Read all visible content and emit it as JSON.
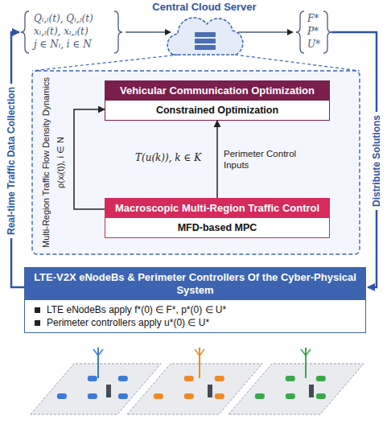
{
  "diagram": {
    "title": "Central Cloud Server",
    "nodes": [
      {
        "text": [
          "Vehicular Communication Optimization",
          "Constrained Optimization"
        ]
      },
      {
        "text": [
          "Macroscopic Multi-Region Traffic Control",
          "MFD-based MPC"
        ]
      },
      {
        "text": [
          "LTE-V2X eNodeBs & Perimeter Controllers Of the Cyber-Physical System",
          "LTE eNodeBs apply f*(0) ∈ F*, p*(0) ∈ U*",
          "Perimeter controllers apply u*(0) ∈ U*"
        ]
      }
    ],
    "edges": [
      {
        "from": 1,
        "to": 0,
        "arrow": "to",
        "label": "Perimeter Control Inputs"
      },
      {
        "from": 1,
        "to": 0,
        "arrow": "to"
      }
    ],
    "labels": [
      "Qᵢ,ᵢ(t), Qᵢ,ⱼ(t)",
      "xᵢ,ᵢ(t), xᵢ,ⱼ(t)",
      "j ∈ Nᵢ, i ∈ N",
      "F*",
      "P*",
      "U*",
      "Real-time Traffic Data Collection",
      "Distribute Solutions",
      "Multi-Region Traffic Flow Density Dynamics",
      "ρ(xᵢ(t)), i ∈ N",
      "T(u(k)), k ∈ K"
    ]
  }
}
